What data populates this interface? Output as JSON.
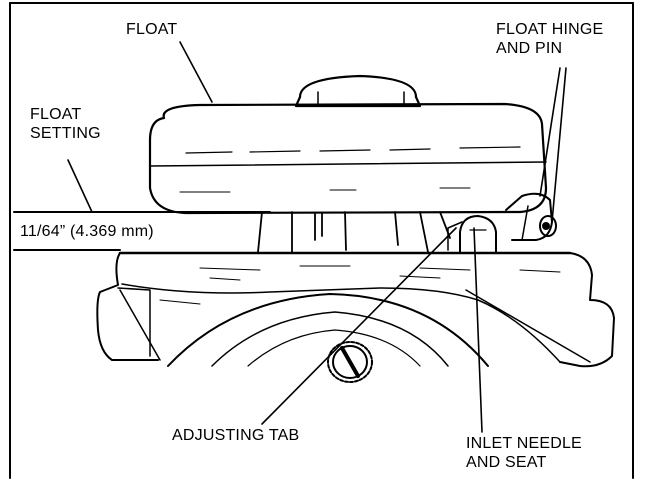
{
  "labels": {
    "float": "FLOAT",
    "float_hinge_line1": "FLOAT HINGE",
    "float_hinge_line2": "AND PIN",
    "float_setting_line1": "FLOAT",
    "float_setting_line2": "SETTING",
    "setting_value": "11/64” (4.369 mm)",
    "adjusting_tab": "ADJUSTING TAB",
    "inlet_needle_line1": "INLET NEEDLE",
    "inlet_needle_line2": "AND SEAT"
  }
}
